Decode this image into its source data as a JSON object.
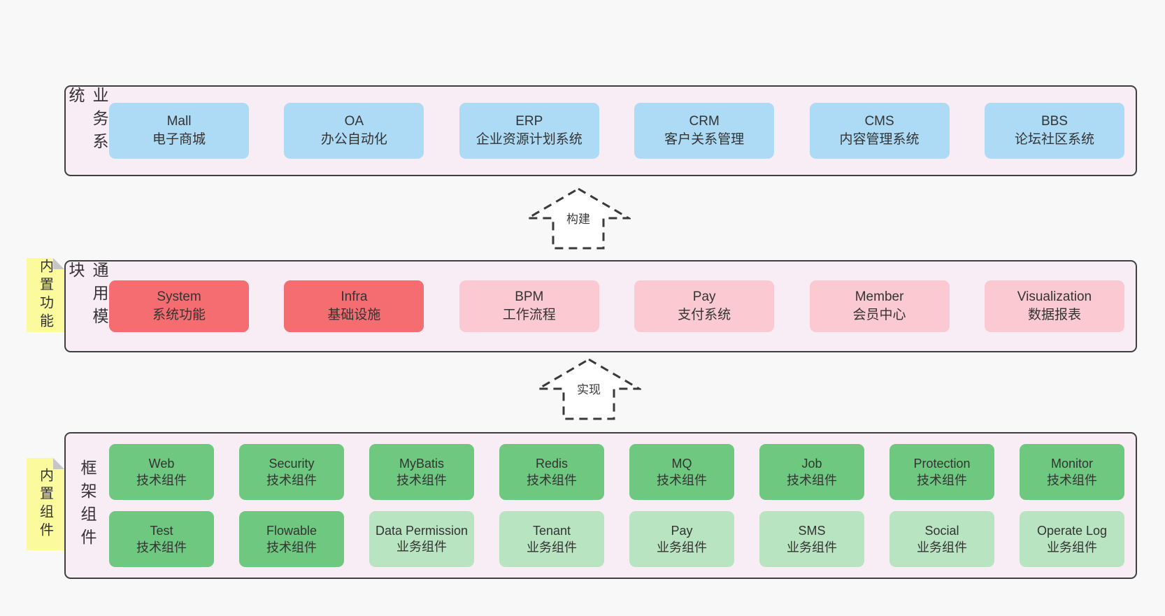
{
  "layers": [
    {
      "label": "业务系统",
      "boxes": [
        {
          "title": "Mall",
          "subtitle": "电子商城"
        },
        {
          "title": "OA",
          "subtitle": "办公自动化"
        },
        {
          "title": "ERP",
          "subtitle": "企业资源计划系统"
        },
        {
          "title": "CRM",
          "subtitle": "客户关系管理"
        },
        {
          "title": "CMS",
          "subtitle": "内容管理系统"
        },
        {
          "title": "BBS",
          "subtitle": "论坛社区系统"
        }
      ]
    },
    {
      "label": "通用模块",
      "sticky": "内置功能",
      "boxes": [
        {
          "title": "System",
          "subtitle": "系统功能"
        },
        {
          "title": "Infra",
          "subtitle": "基础设施"
        },
        {
          "title": "BPM",
          "subtitle": "工作流程"
        },
        {
          "title": "Pay",
          "subtitle": "支付系统"
        },
        {
          "title": "Member",
          "subtitle": "会员中心"
        },
        {
          "title": "Visualization",
          "subtitle": "数据报表"
        }
      ]
    },
    {
      "label": "框架组件",
      "sticky": "内置组件",
      "rows": [
        [
          {
            "title": "Web",
            "subtitle": "技术组件"
          },
          {
            "title": "Security",
            "subtitle": "技术组件"
          },
          {
            "title": "MyBatis",
            "subtitle": "技术组件"
          },
          {
            "title": "Redis",
            "subtitle": "技术组件"
          },
          {
            "title": "MQ",
            "subtitle": "技术组件"
          },
          {
            "title": "Job",
            "subtitle": "技术组件"
          },
          {
            "title": "Protection",
            "subtitle": "技术组件"
          },
          {
            "title": "Monitor",
            "subtitle": "技术组件"
          }
        ],
        [
          {
            "title": "Test",
            "subtitle": "技术组件"
          },
          {
            "title": "Flowable",
            "subtitle": "技术组件"
          },
          {
            "title": "Data Permission",
            "subtitle": "业务组件"
          },
          {
            "title": "Tenant",
            "subtitle": "业务组件"
          },
          {
            "title": "Pay",
            "subtitle": "业务组件"
          },
          {
            "title": "SMS",
            "subtitle": "业务组件"
          },
          {
            "title": "Social",
            "subtitle": "业务组件"
          },
          {
            "title": "Operate Log",
            "subtitle": "业务组件"
          }
        ]
      ]
    }
  ],
  "arrows": [
    {
      "label": "构建"
    },
    {
      "label": "实现"
    }
  ],
  "colors": {
    "page_bg": "#f8f8f8",
    "panel_bg": "#f8ecf5",
    "panel_border": "#3f3f3f",
    "business_box": "#addbf5",
    "core_module_box": "#f66d71",
    "optional_module_box": "#fbc9d2",
    "tech_component_box": "#6ec87f",
    "biz_component_box": "#b9e4c1",
    "sticky_note": "#fbfa9d",
    "text": "#333333"
  }
}
